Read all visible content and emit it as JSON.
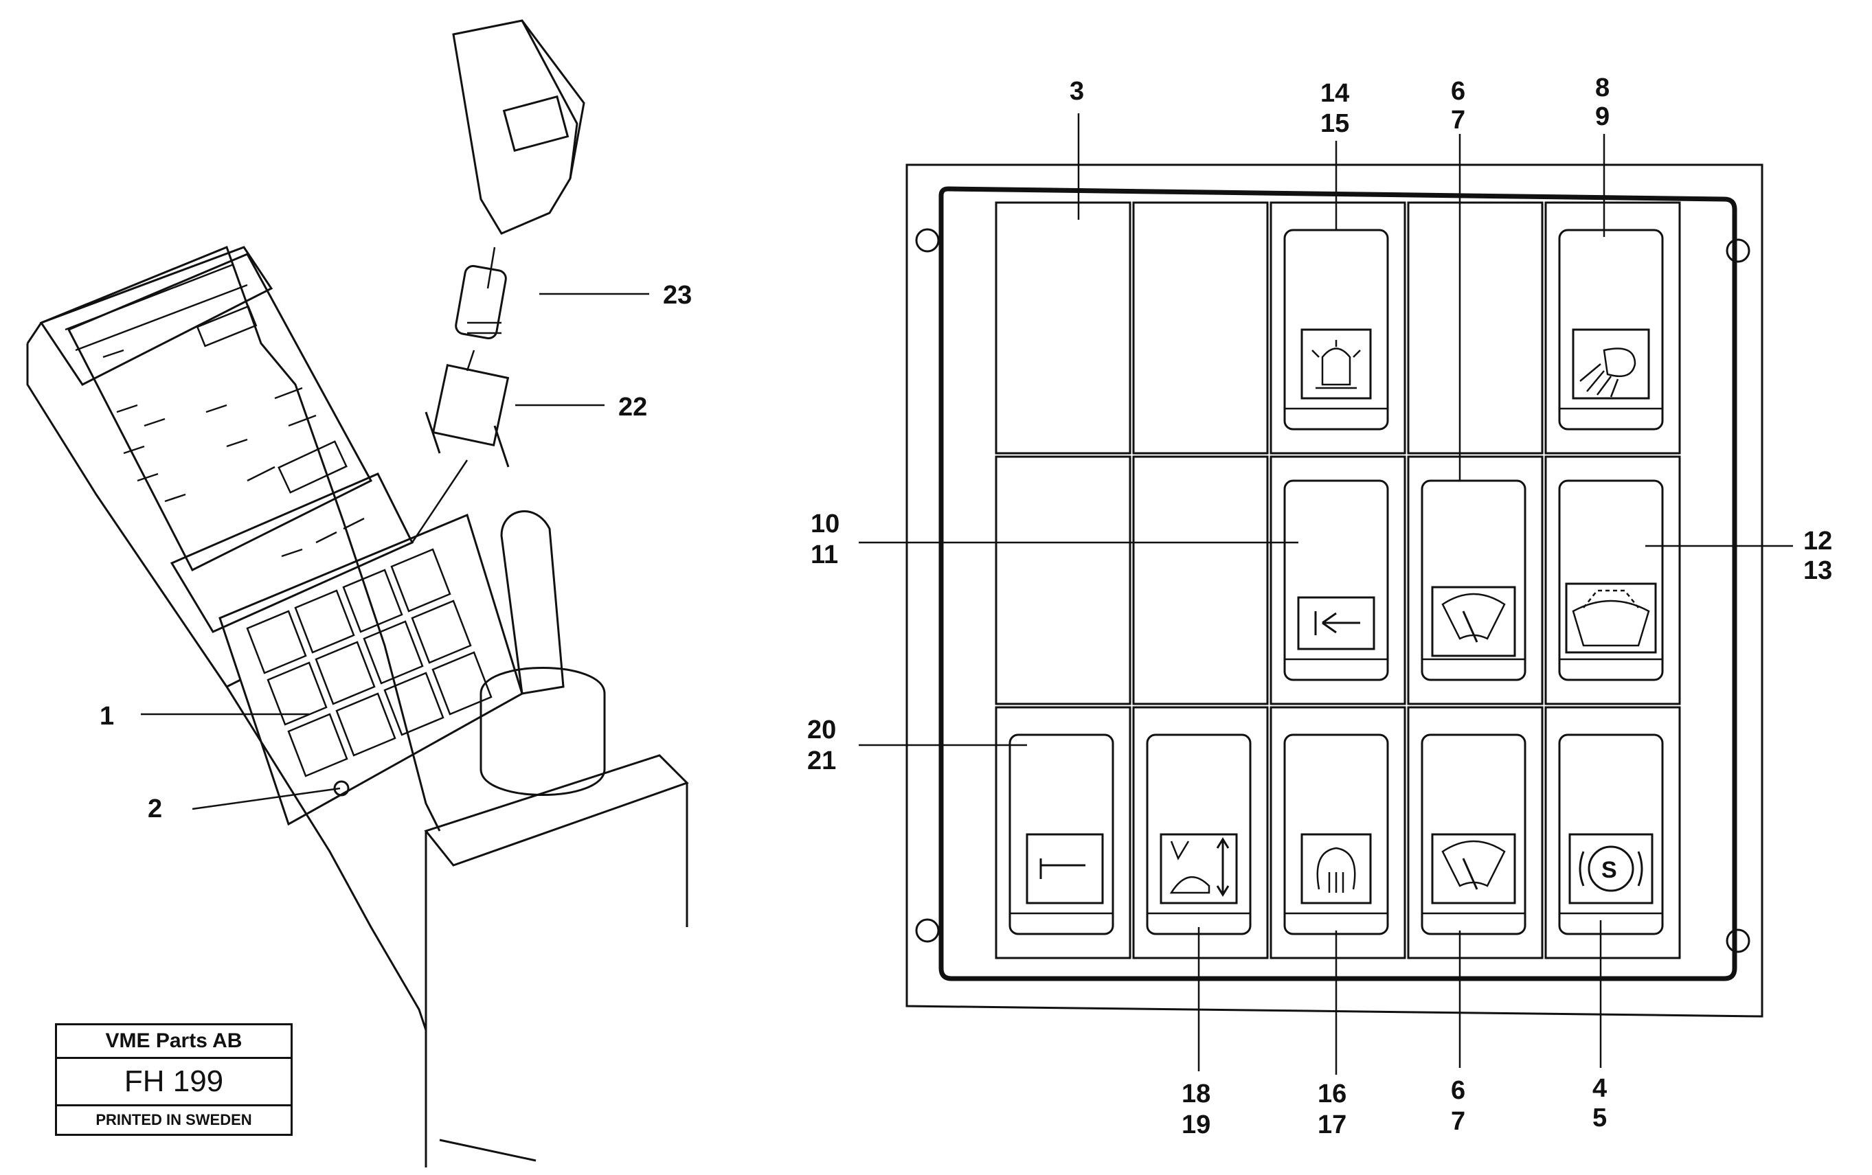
{
  "title_block": {
    "company": "VME Parts AB",
    "drawing_code": "FH 199",
    "printed_note": "PRINTED IN SWEDEN"
  },
  "callouts": {
    "c1": "1",
    "c2": "2",
    "c3": "3",
    "c22": "22",
    "c23": "23",
    "c14": "14",
    "c15": "15",
    "c6a": "6",
    "c7a": "7",
    "c8": "8",
    "c9": "9",
    "c10": "10",
    "c11": "11",
    "c12": "12",
    "c13": "13",
    "c20": "20",
    "c21": "21",
    "c18": "18",
    "c19": "19",
    "c16": "16",
    "c17": "17",
    "c6b": "6",
    "c7b": "7",
    "c4": "4",
    "c5": "5"
  },
  "switch_symbols": {
    "r1c3": "beacon-light-icon",
    "r1c5": "work-light-icon",
    "r2c3": "arrow-left-icon",
    "r2c4": "wiper-icon",
    "r2c5": "rear-wiper-icon",
    "r3c1": "hammer-icon",
    "r3c2": "bucket-lift-icon",
    "r3c3": "defroster-icon",
    "r3c4": "wiper-icon",
    "r3c5": "parking-brake-icon"
  }
}
